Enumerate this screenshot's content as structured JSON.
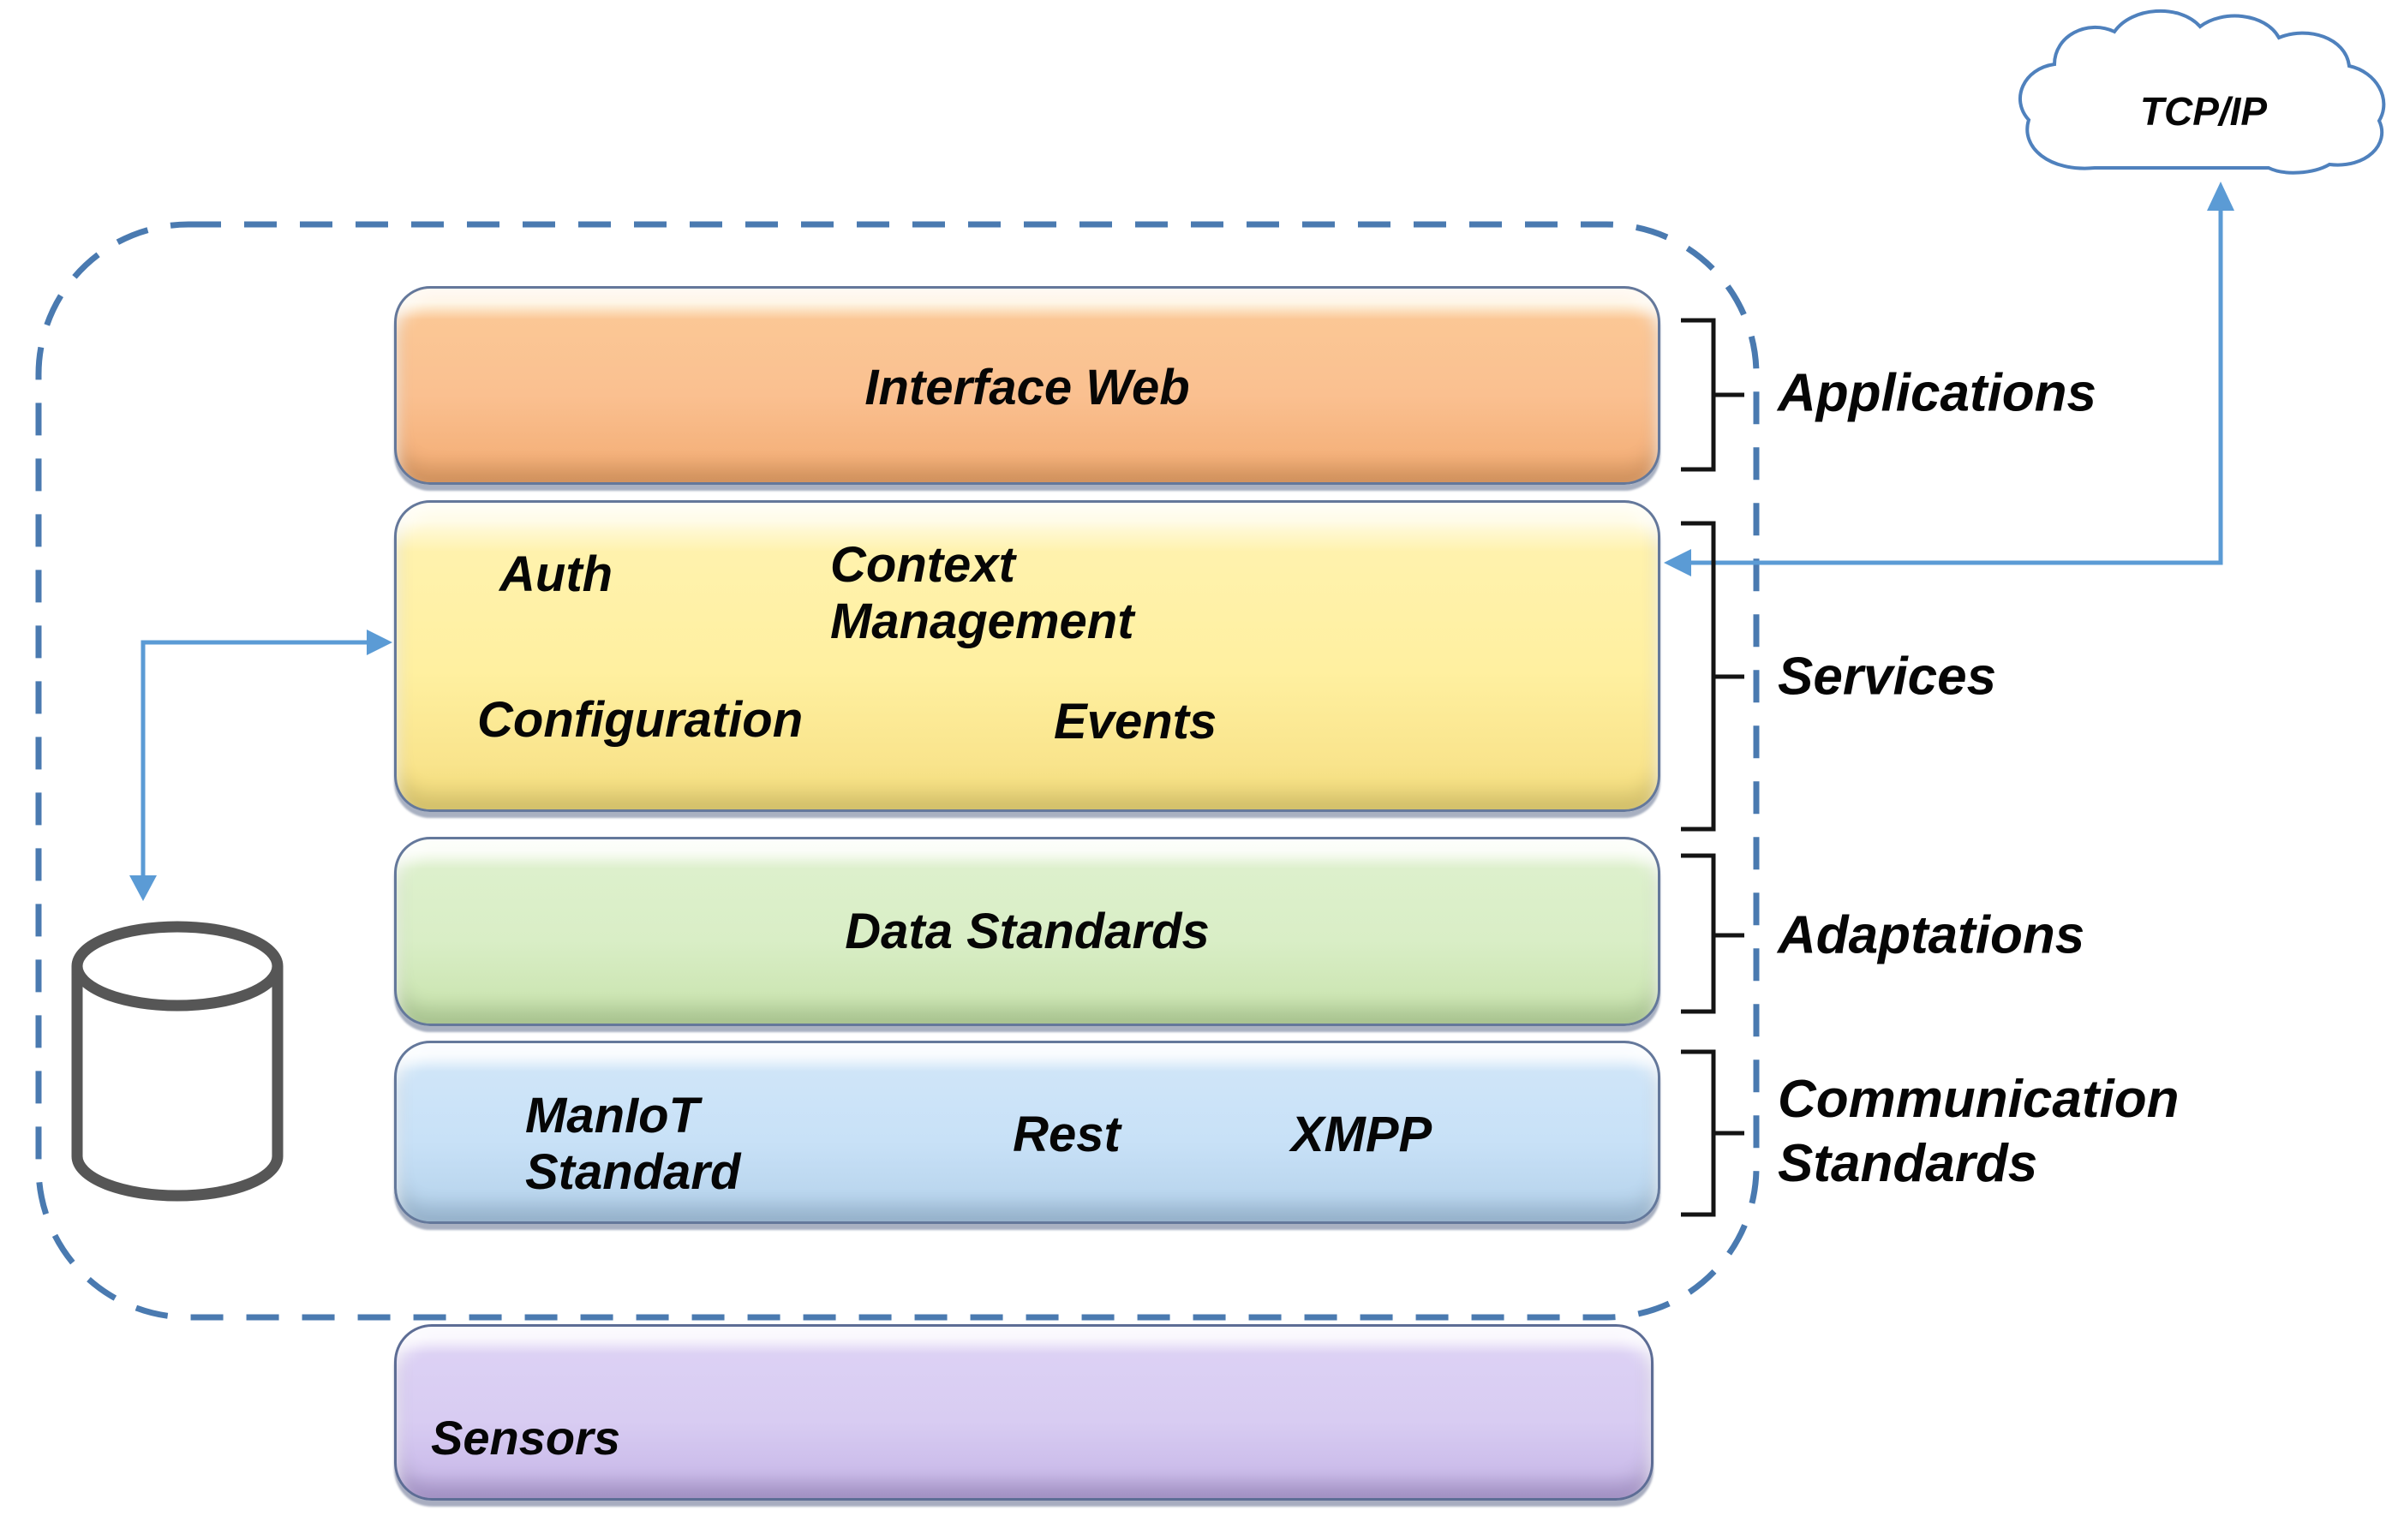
{
  "cloud": {
    "label": "TCP/IP"
  },
  "stack": {
    "layers": [
      {
        "name": "applications",
        "fill": "#FAC090",
        "items": [
          {
            "label": "Interface Web"
          }
        ]
      },
      {
        "name": "services",
        "fill": "#FFF0A0",
        "items": [
          {
            "label": "Auth"
          },
          {
            "label": "Context Management"
          },
          {
            "label": "Configuration"
          },
          {
            "label": "Events"
          }
        ]
      },
      {
        "name": "adaptations",
        "fill": "#D9EEC6",
        "items": [
          {
            "label": "Data Standards"
          }
        ]
      },
      {
        "name": "communication-standards",
        "fill": "#C8E1F7",
        "items": [
          {
            "label": "ManIoT Standard"
          },
          {
            "label": "Rest"
          },
          {
            "label": "XMPP"
          }
        ]
      }
    ]
  },
  "right_labels": [
    {
      "label": "Applications"
    },
    {
      "label": "Services"
    },
    {
      "label": "Adaptations"
    },
    {
      "label": "Communication Standards"
    }
  ],
  "sensors": {
    "label": "Sensors",
    "icon": "signal-pulse-icon",
    "icon_count": 3
  },
  "database": {
    "icon": "database-cylinder-icon"
  },
  "colors": {
    "dashed_border": "#4a7ab0",
    "arrow": "#5b9bd5",
    "cloud_outline": "#4f81bd",
    "bracket": "#141414",
    "cylinder": "#565656",
    "text": "#000000",
    "sensors_fill": "#D8CCF2"
  }
}
